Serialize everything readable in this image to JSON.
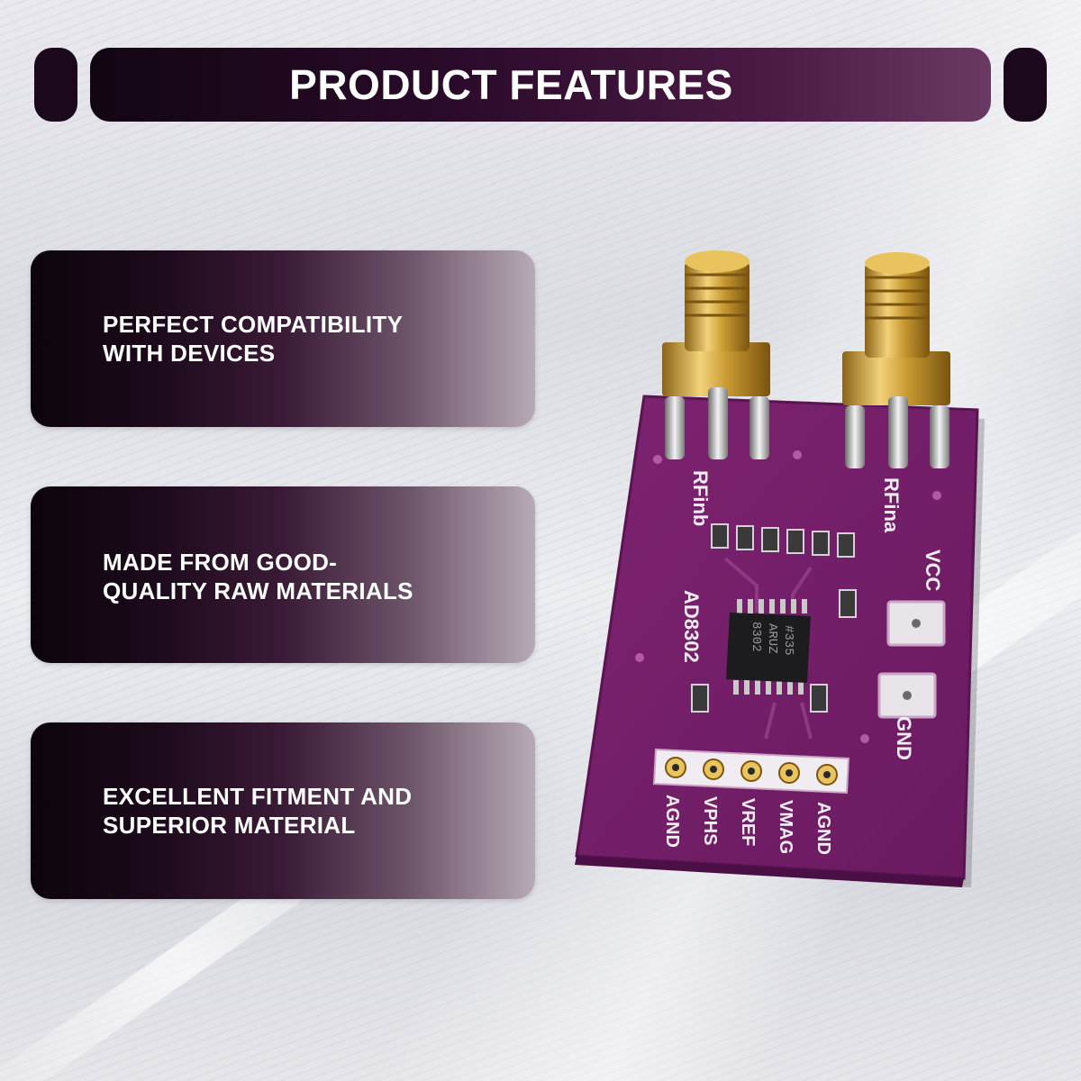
{
  "header": {
    "title": "PRODUCT FEATURES"
  },
  "features": [
    {
      "text": "PERFECT COMPATIBILITY\nWITH DEVICES"
    },
    {
      "text": "MADE FROM GOOD-\nQUALITY RAW MATERIALS"
    },
    {
      "text": "EXCELLENT FITMENT AND\nSUPERIOR MATERIAL"
    }
  ],
  "board": {
    "color": "#7a1f6e",
    "chip_label": "AD8302",
    "chip_marking": [
      "8302",
      "ARUZ",
      "#335"
    ],
    "connector_labels": [
      "RFinb",
      "RFina"
    ],
    "power_labels": [
      "VCC",
      "GND"
    ],
    "pin_labels": [
      "AGND",
      "VPHS",
      "VREF",
      "VMAG",
      "AGND"
    ]
  }
}
